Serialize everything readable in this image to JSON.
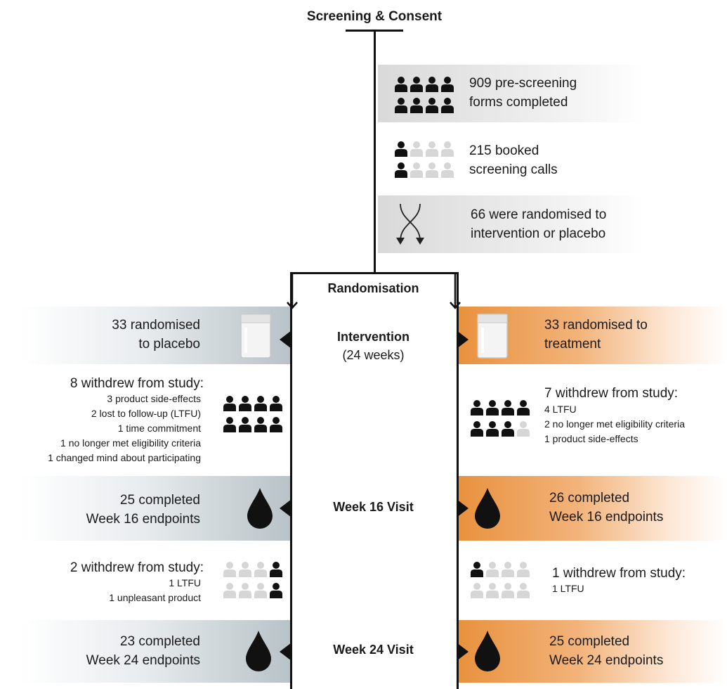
{
  "header": {
    "title": "Screening & Consent"
  },
  "screening": [
    {
      "text_lines": [
        "909 pre-screening",
        "forms completed"
      ],
      "filled_count": 8,
      "total": 8
    },
    {
      "text_lines": [
        "215 booked",
        "screening calls"
      ],
      "filled_count": 2,
      "total": 8
    },
    {
      "text_lines": [
        "66 were randomised to",
        "intervention or placebo"
      ]
    }
  ],
  "center": {
    "randomisation": "Randomisation",
    "intervention_title": "Intervention",
    "intervention_sub": "(24 weeks)",
    "week16": "Week 16 Visit",
    "week24": "Week 24 Visit"
  },
  "placebo": {
    "randomised_lines": [
      "33 randomised",
      "to placebo"
    ],
    "withdrew1_title": "8 withdrew from study:",
    "withdrew1_items": [
      "3 product side-effects",
      "2 lost to follow-up (LTFU)",
      "1 time commitment",
      "1 no longer met eligibility criteria",
      "1 changed mind about participating"
    ],
    "withdrew1_filled": 8,
    "week16_lines": [
      "25 completed",
      "Week 16 endpoints"
    ],
    "withdrew2_title": "2 withdrew from study:",
    "withdrew2_items": [
      "1 LTFU",
      "1 unpleasant product"
    ],
    "withdrew2_filled_cols": [
      3
    ],
    "week24_lines": [
      "23 completed",
      "Week 24 endpoints"
    ]
  },
  "treatment": {
    "randomised_lines": [
      "33 randomised to",
      "treatment"
    ],
    "withdrew1_title": "7 withdrew from study:",
    "withdrew1_items": [
      "4 LTFU",
      "2 no longer met eligibility criteria",
      "1 product side-effects"
    ],
    "withdrew1_filled": 7,
    "week16_lines": [
      "26 completed",
      "Week 16 endpoints"
    ],
    "withdrew2_title": "1 withdrew from study:",
    "withdrew2_items": [
      "1 LTFU"
    ],
    "withdrew2_filled": 1,
    "week24_lines": [
      "25 completed",
      "Week 24 endpoints"
    ]
  },
  "colors": {
    "person_filled": "#111111",
    "person_empty": "#d6d6d6",
    "placebo_band": "#b8c2c7",
    "treatment_band": "#e8913c"
  },
  "icons": {
    "person": "person-icon",
    "drop": "blood-drop-icon",
    "pack": "sachet-icon",
    "crossing": "crossing-arrows-icon"
  }
}
